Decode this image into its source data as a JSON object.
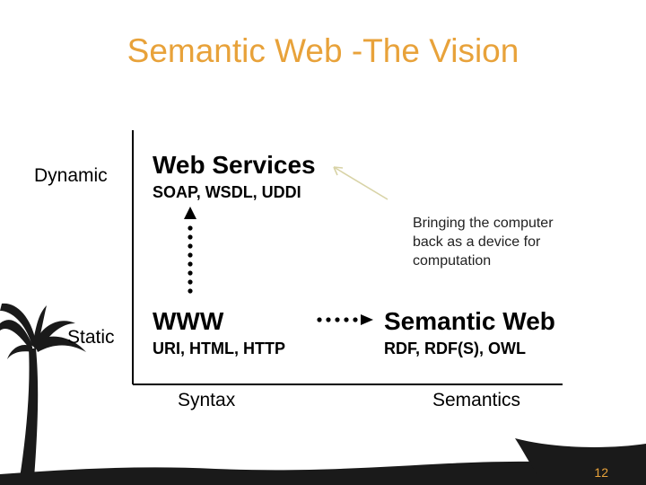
{
  "slide": {
    "title": "Semantic Web -The Vision",
    "page_number": "12"
  },
  "axes": {
    "y_top": "Dynamic",
    "y_bottom": "Static",
    "x_left": "Syntax",
    "x_right": "Semantics"
  },
  "quadrants": {
    "web_services": {
      "heading": "Web Services",
      "protocols": "SOAP, WSDL, UDDI"
    },
    "www": {
      "heading": "WWW",
      "protocols": "URI, HTML, HTTP"
    },
    "semantic_web": {
      "heading": "Semantic Web",
      "protocols": "RDF, RDF(S), OWL"
    }
  },
  "callout": {
    "line1": "Bringing the computer",
    "line2": "back as a device for",
    "line3": "computation"
  },
  "colors": {
    "title": "#e8a23a",
    "silhouette": "#1a1a1a",
    "callout_arrow": "#d8d3a6",
    "page_number": "#e8a23a"
  }
}
